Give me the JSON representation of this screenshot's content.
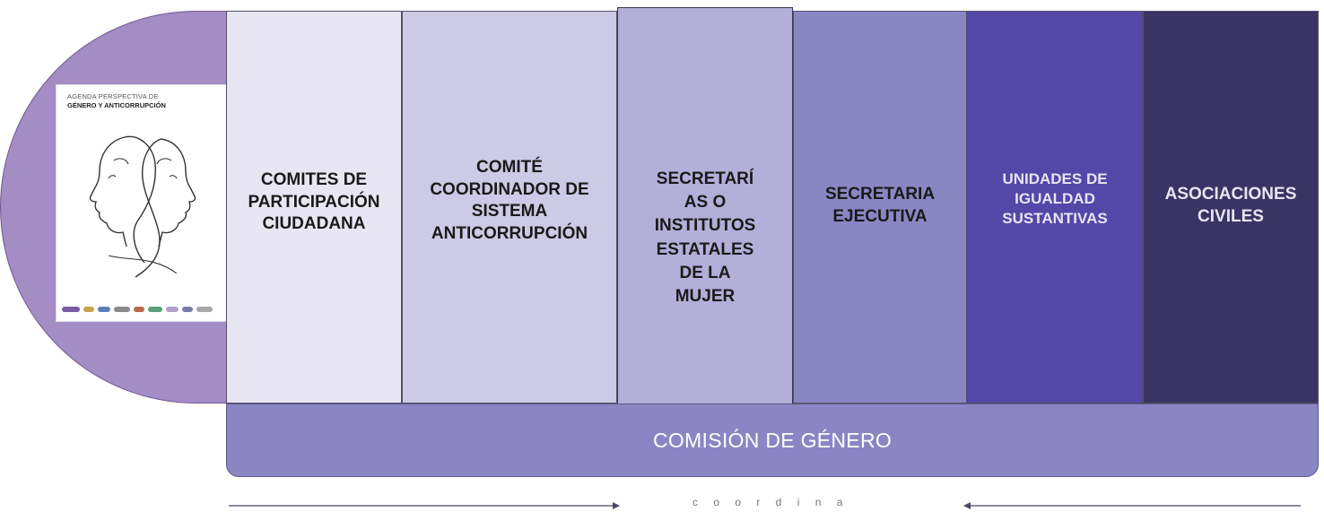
{
  "cover": {
    "line1": "AGENDA PERSPECTIVA DE",
    "line2": "GÉNERO Y ANTICORRUPCIÓN"
  },
  "columns": [
    {
      "label": "COMITES DE\nPARTICIPACIÓN\nCIUDADANA",
      "color": "#e8e6f3"
    },
    {
      "label": "COMITÉ\nCOORDINADOR DE\nSISTEMA\nANTICORRUPCIÓN",
      "color": "#cdcae5"
    },
    {
      "label": "SECRETARÍ\nAS O\nINSTITUTOS\nESTATALES\nDE LA\nMUJER",
      "color": "#b3afd9"
    },
    {
      "label": "SECRETARIA\nEJECUTIVA",
      "color": "#8a86c3"
    },
    {
      "label": "UNIDADES DE\nIGUALDAD\nSUSTANTIVAS",
      "color": "#5447a8"
    },
    {
      "label": "ASOCIACIONES\nCIVILES",
      "color": "#393463"
    }
  ],
  "base": {
    "label": "COMISIÓN DE GÉNERO",
    "color": "#8b86c3"
  },
  "footer": {
    "label": "c o o r d i n a"
  },
  "colors": {
    "half_disc": "#a48cc4",
    "arrow": "#4a4868"
  }
}
